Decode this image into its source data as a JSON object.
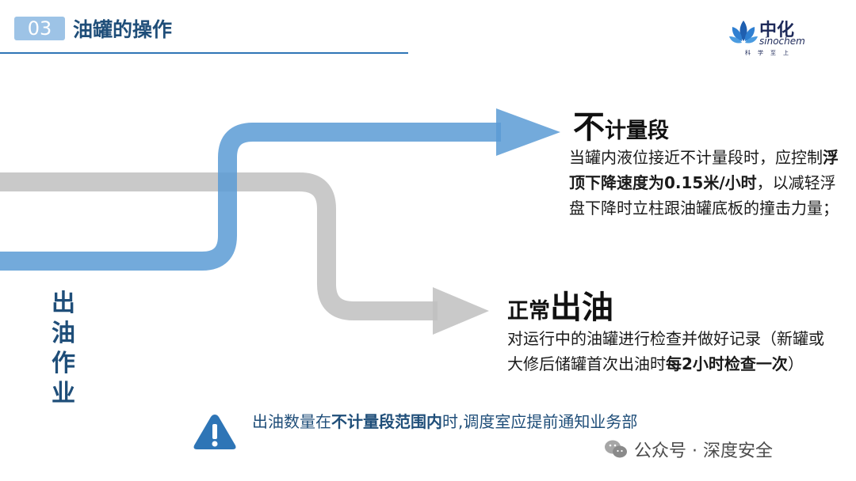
{
  "header": {
    "section_number": "03",
    "title": "油罐的操作"
  },
  "logo": {
    "cn": "中化",
    "en": "sinochem",
    "motto": "科学至上"
  },
  "side_label": [
    "出",
    "油",
    "作",
    "业"
  ],
  "block_no_metering": {
    "title_big": "不",
    "title_small": "计量段",
    "desc_1": "当罐内液位接近不计量段时，应控制",
    "desc_bold": "浮顶下降速度为0.15米/小时",
    "desc_2": "，以减轻浮盘下降时立柱跟油罐底板的撞击力量；"
  },
  "block_normal": {
    "title_small": "正常",
    "title_big": "出油",
    "desc_1": "对运行中的油罐进行检查并做好记录（新罐或大修后储罐首次出油时",
    "desc_bold": "每2小时检查一次",
    "desc_2": "）"
  },
  "warning": {
    "text_1": "出油数量在",
    "text_bold": "不计量段范围内",
    "text_2": "时,调度室应提前通知业务部"
  },
  "watermark": {
    "text": "公众号 · 深度安全"
  },
  "colors": {
    "blue_arrow": "#5b9bd5",
    "gray_arrow": "#bfbfbf",
    "dark_blue": "#1f4e79",
    "badge": "#9dc3e6"
  }
}
